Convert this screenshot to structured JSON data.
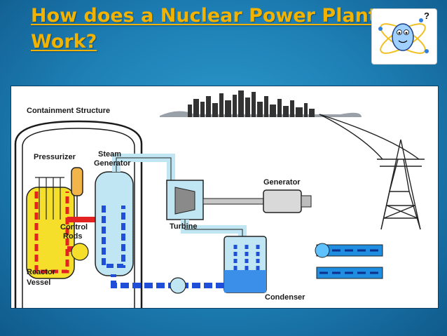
{
  "slide": {
    "title_line1": "How does a Nuclear Power Plant",
    "title_line2": "Work?",
    "title_color": "#f2b200",
    "background_color": "#1d7eb3"
  },
  "mascot": {
    "icon": "atom-mascot-icon",
    "badge": "?"
  },
  "diagram": {
    "labels": {
      "containment": "Containment Structure",
      "pressurizer": "Pressurizer",
      "steam_line1": "Steam",
      "steam_line2": "Generator",
      "control_line1": "Control",
      "control_line2": "Rods",
      "reactor_line1": "Reactor",
      "reactor_line2": "Vessel",
      "generator": "Generator",
      "turbine": "Turbine",
      "condenser": "Condenser"
    },
    "colors": {
      "coolant_hot": "#e32222",
      "coolant_loop": "#f0e020",
      "water_cold": "#1f4fd6",
      "steam": "#bfe6f2",
      "river": "#1f8ee0"
    }
  }
}
